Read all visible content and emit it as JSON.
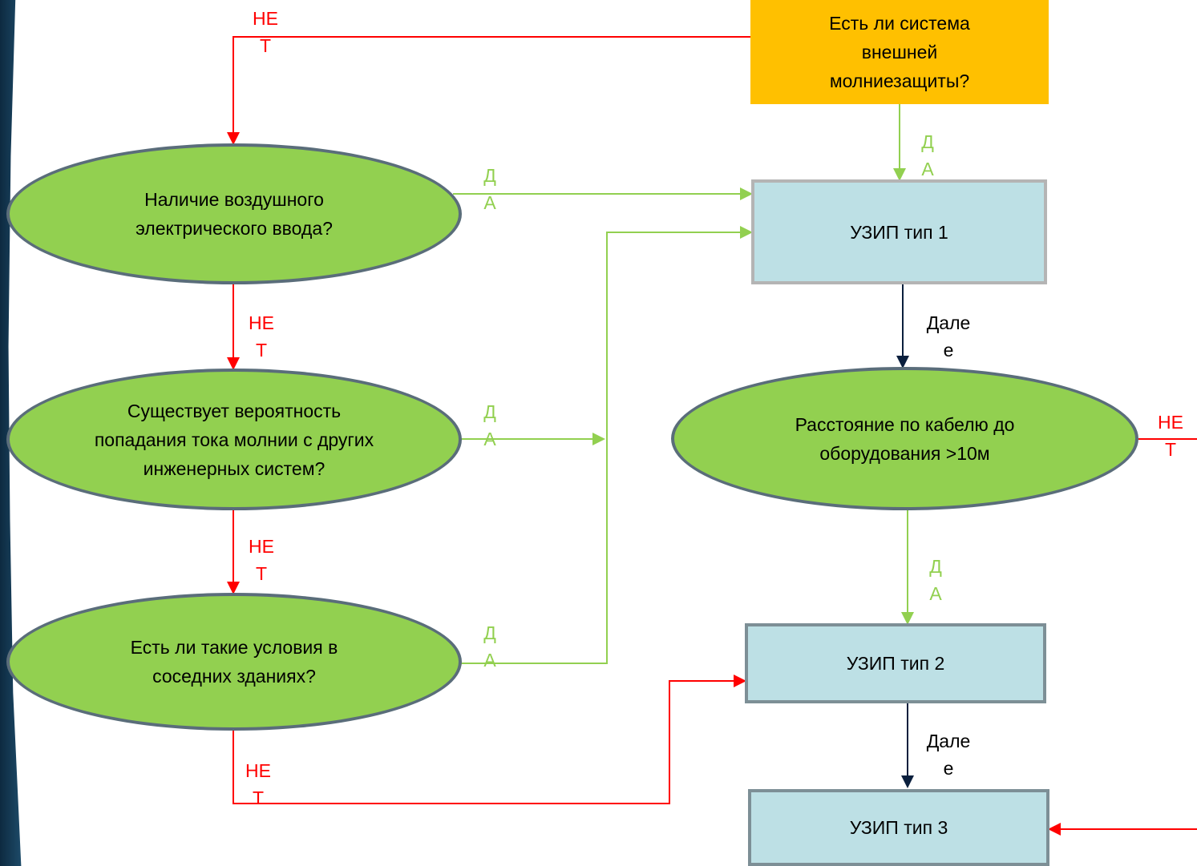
{
  "nodes": {
    "external_protection": "Есть ли система внешней молниезащиты?",
    "overhead_input": "Наличие воздушного электрического ввода?",
    "lightning_current": "Существует вероятность попадания тока молнии с других инженерных систем?",
    "neighbor_buildings": "Есть ли такие условия в соседних зданиях?",
    "uzip_type1": "УЗИП тип 1",
    "cable_distance": "Расстояние по кабелю до оборудования >10м",
    "uzip_type2": "УЗИП тип 2",
    "uzip_type3": "УЗИП тип 3"
  },
  "edge_labels": {
    "no_lines": [
      "НЕ",
      "Т"
    ],
    "yes_lines": [
      "Д",
      "А"
    ],
    "next_lines": [
      "Дале",
      "е"
    ]
  },
  "colors": {
    "decision_fill": "#92d050",
    "start_fill": "#ffc000",
    "process_fill": "#bde0e5",
    "no_color": "#ff0000",
    "yes_color": "#92d050",
    "next_color": "#0a1f3d"
  }
}
